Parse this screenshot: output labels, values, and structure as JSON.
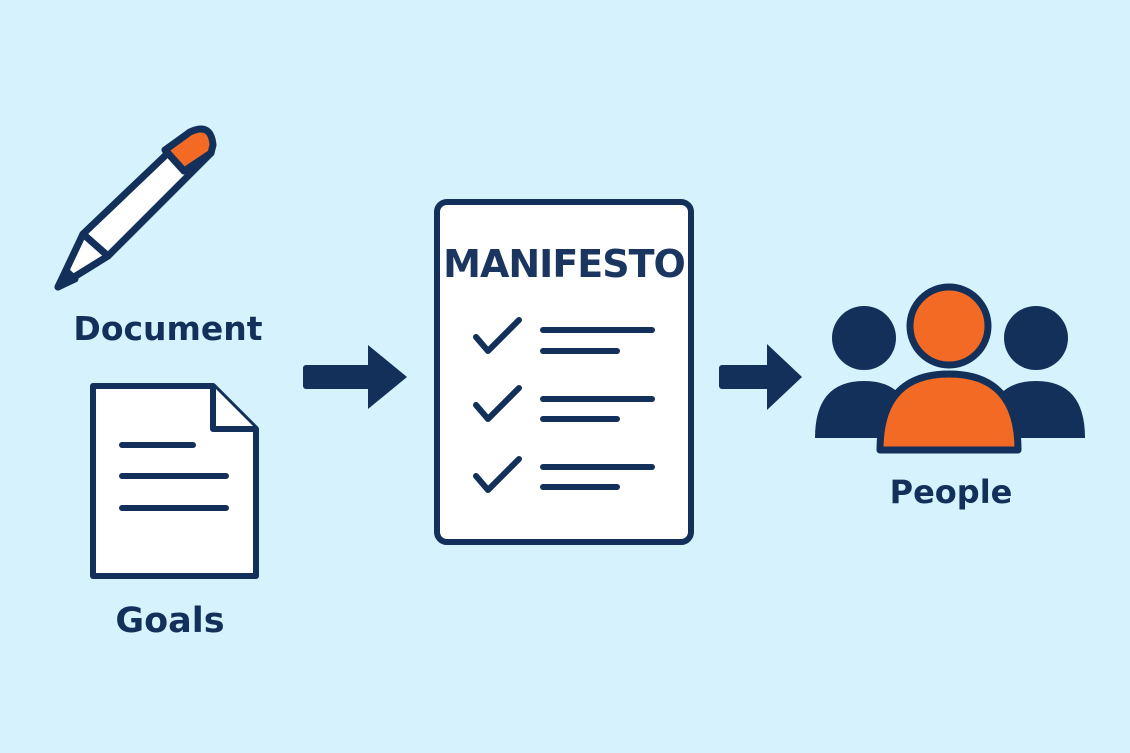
{
  "labels": {
    "document": "Document",
    "goals": "Goals",
    "manifesto": "MANIFESTO",
    "people": "People"
  },
  "icons": {
    "pencil": "pencil-icon",
    "goals_document": "document-icon",
    "manifesto_checklist": "checklist-icon",
    "people_group": "people-group-icon",
    "arrows": "arrow-right-icon"
  },
  "colors": {
    "background": "#d5f2fd",
    "navy": "#13305a",
    "orange": "#f26a23",
    "white": "#ffffff"
  }
}
